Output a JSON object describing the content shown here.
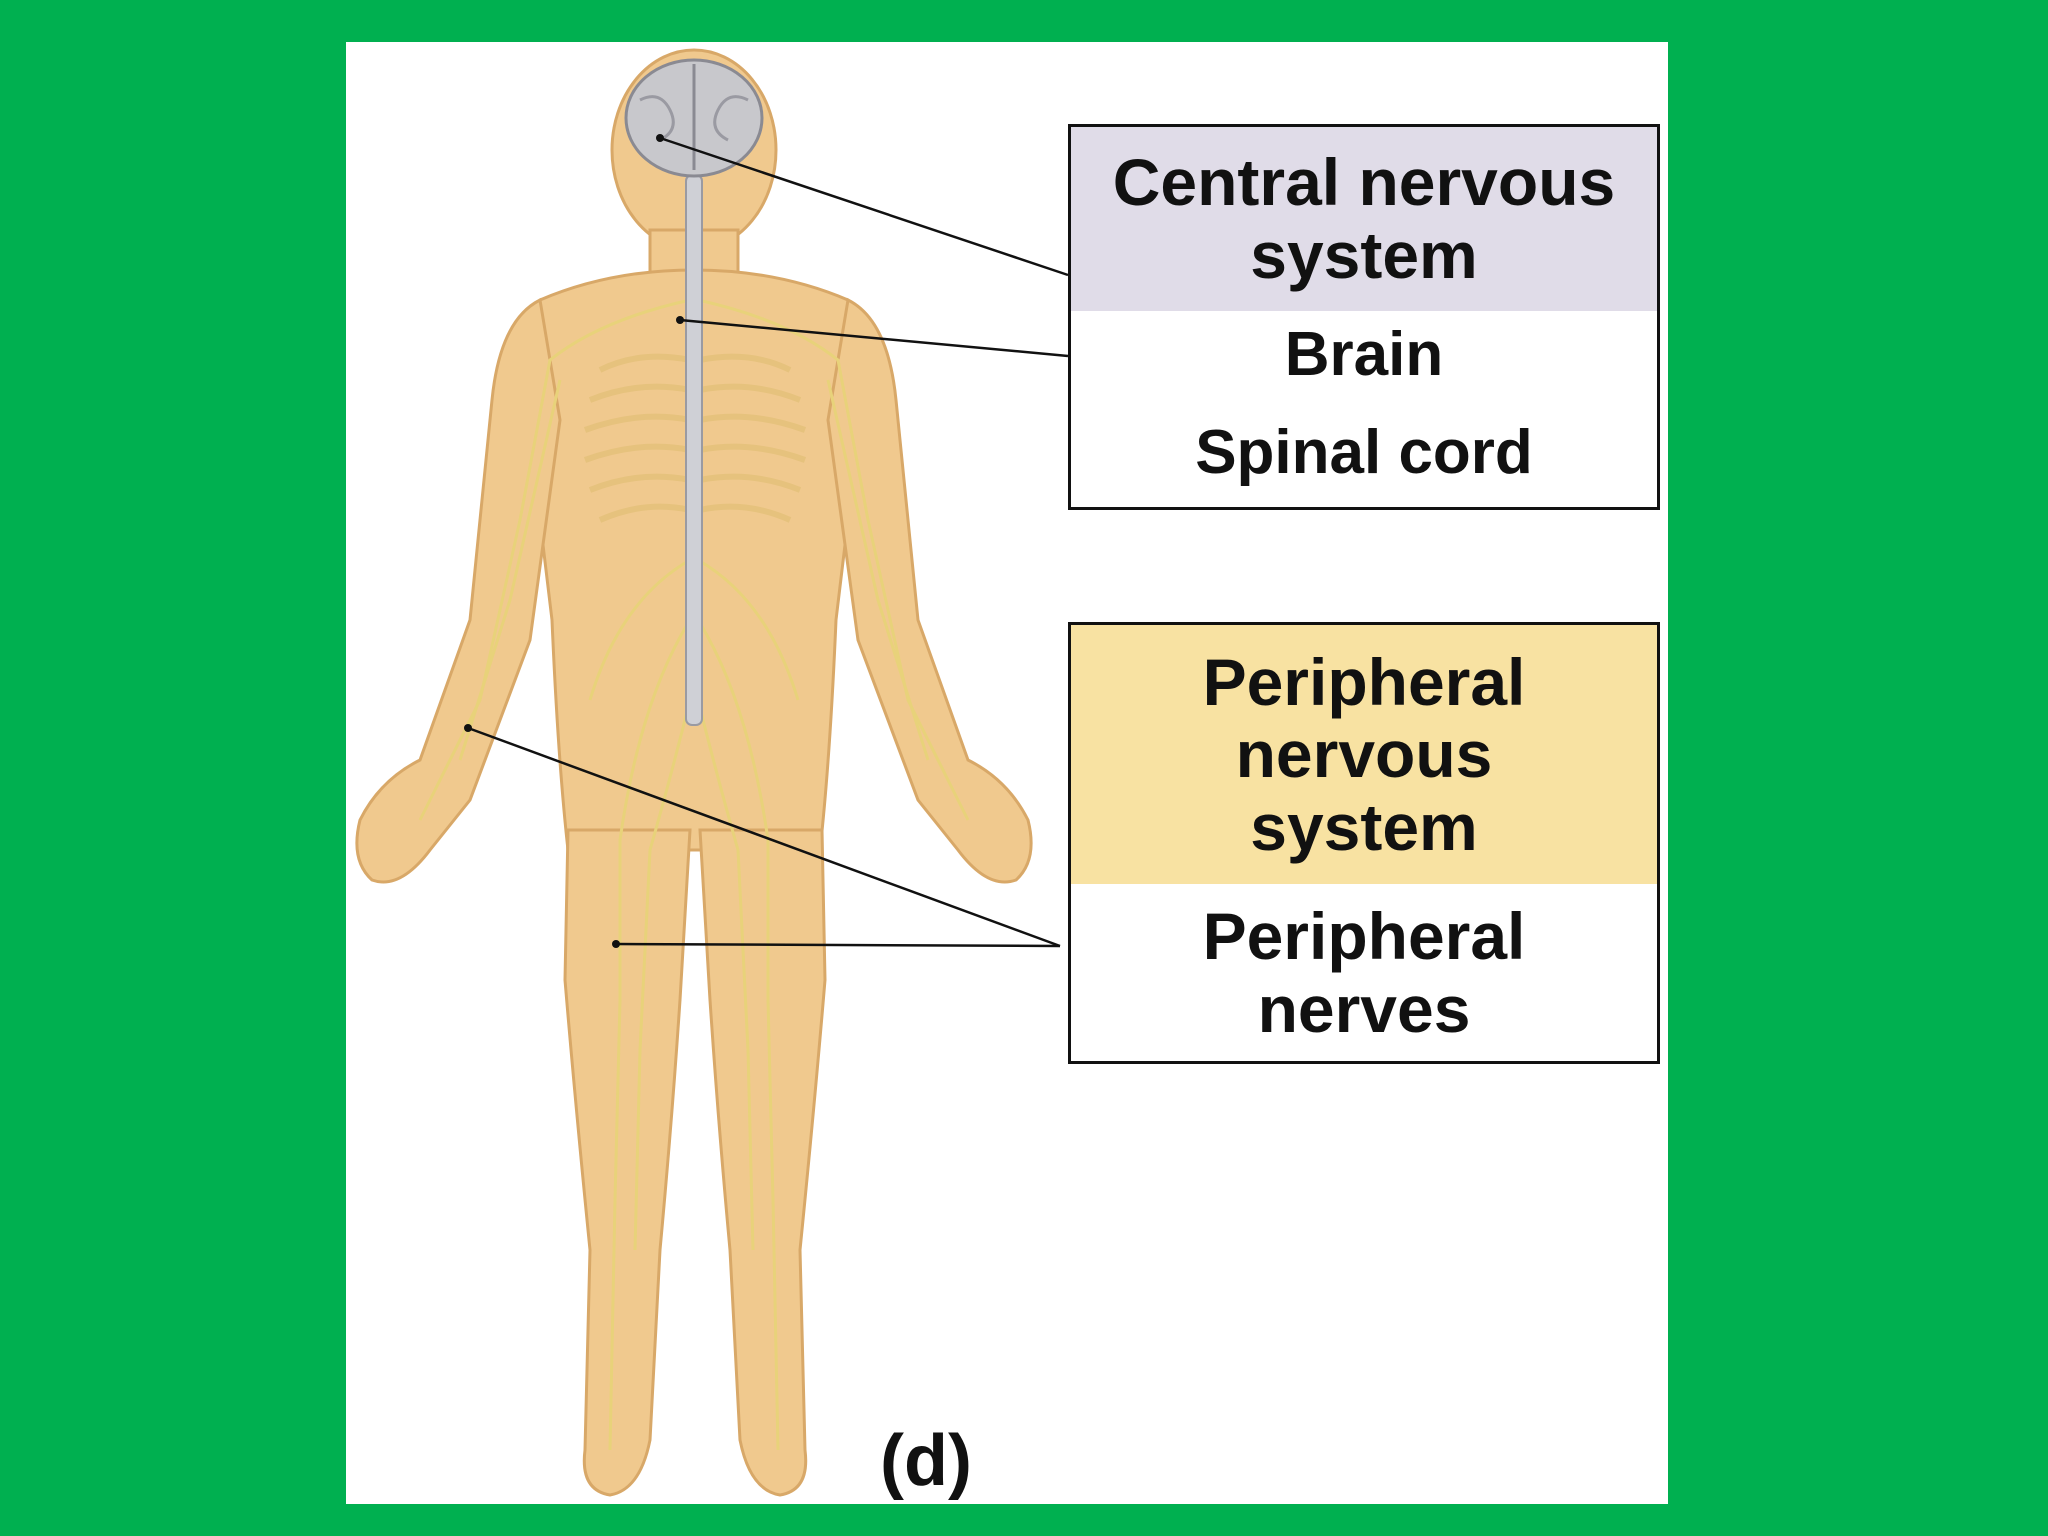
{
  "colors": {
    "background": "#00b050",
    "panel": "#ffffff",
    "cns_header_fill": "#e0dce8",
    "pns_header_fill": "#f8e2a2",
    "skin": "#f0c98e",
    "nerve": "#e8d27a",
    "brain": "#c8c8cc"
  },
  "cns": {
    "header": "Central nervous\nsystem",
    "brain": "Brain",
    "spinal_cord": "Spinal cord"
  },
  "pns": {
    "header": "Peripheral\nnervous\nsystem",
    "nerves": "Peripheral\nnerves"
  },
  "figure_label": "(d)"
}
